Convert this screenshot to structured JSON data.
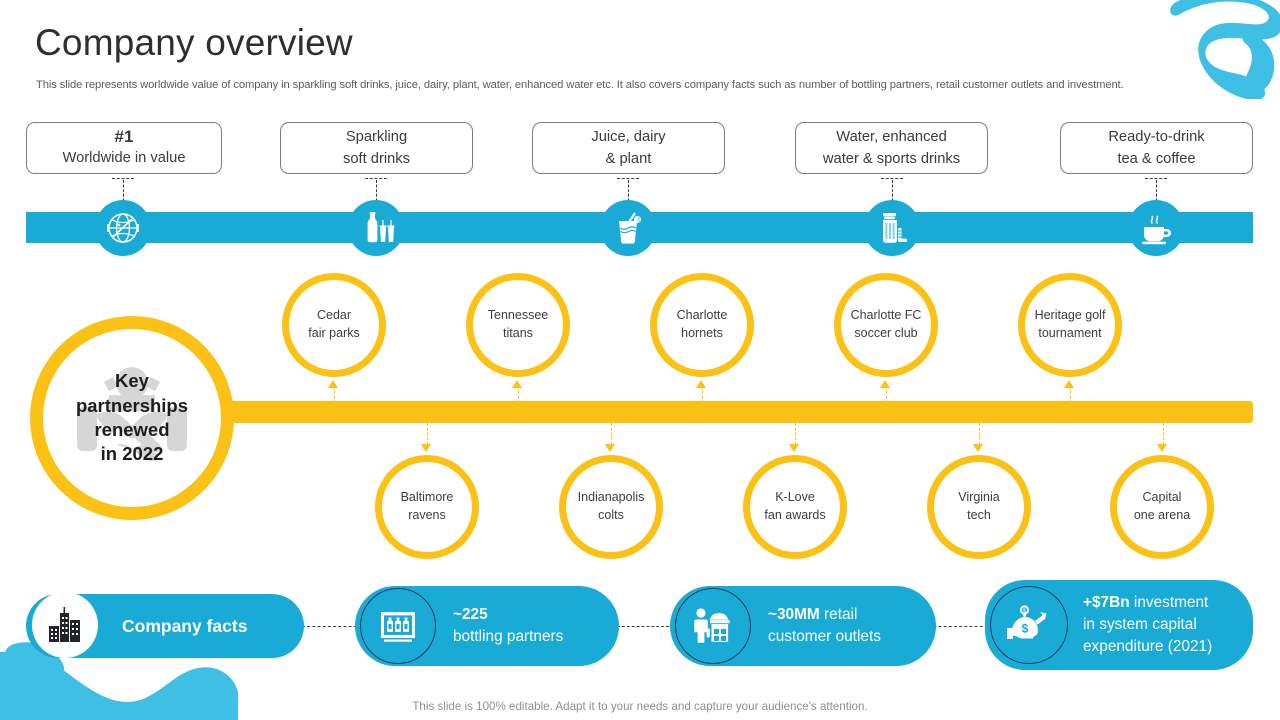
{
  "header": {
    "title": "Company overview",
    "subtitle": "This slide represents worldwide value of company in sparkling soft drinks, juice, dairy, plant, water, enhanced water etc. It also covers company facts such as number of bottling partners, retail customer outlets and investment."
  },
  "colors": {
    "brand_blue": "#19ABD6",
    "accent_yellow": "#FBC115",
    "text_dark": "#3b3b3b",
    "white": "#FFFFFF"
  },
  "categories": [
    {
      "line1": "#1",
      "line2": "Worldwide in value",
      "emphasis": true,
      "icon": "globe-icon"
    },
    {
      "line1": "Sparkling",
      "line2": "soft drinks",
      "emphasis": false,
      "icon": "bottle-cups-icon"
    },
    {
      "line1": "Juice, dairy",
      "line2": "& plant",
      "emphasis": false,
      "icon": "juice-glass-icon"
    },
    {
      "line1": "Water, enhanced",
      "line2": "water & sports drinks",
      "emphasis": false,
      "icon": "sports-bottle-icon"
    },
    {
      "line1": "Ready-to-drink",
      "line2": "tea & coffee",
      "emphasis": false,
      "icon": "coffee-cup-icon"
    }
  ],
  "key_partnerships": {
    "lines": [
      "Key",
      "partnerships",
      "renewed",
      "in 2022"
    ],
    "icon": "handshake-icon"
  },
  "partners_top": [
    {
      "line1": "Cedar",
      "line2": "fair parks"
    },
    {
      "line1": "Tennessee",
      "line2": "titans"
    },
    {
      "line1": "Charlotte",
      "line2": "hornets"
    },
    {
      "line1": "Charlotte FC",
      "line2": "soccer club"
    },
    {
      "line1": "Heritage golf",
      "line2": "tournament"
    }
  ],
  "partners_bottom": [
    {
      "line1": "Baltimore",
      "line2": "ravens"
    },
    {
      "line1": "Indianapolis",
      "line2": "colts"
    },
    {
      "line1": "K-Love",
      "line2": "fan awards"
    },
    {
      "line1": "Virginia",
      "line2": "tech"
    },
    {
      "line1": "Capital",
      "line2": "one arena"
    }
  ],
  "company_facts": {
    "label": "Company facts",
    "icon": "city-buildings-icon",
    "items": [
      {
        "icon": "bottling-plant-icon",
        "bold": "~225",
        "rest": "",
        "line2": "bottling partners",
        "line3": ""
      },
      {
        "icon": "retail-store-icon",
        "bold": "~30MM",
        "rest": " retail",
        "line2": "customer outlets",
        "line3": ""
      },
      {
        "icon": "money-bag-hand-icon",
        "bold": "+$7Bn",
        "rest": " investment",
        "line2": "in system capital",
        "line3": "expenditure (2021)"
      }
    ]
  },
  "footer": {
    "note": "This slide is 100% editable. Adapt it to your needs and capture your audience's attention."
  }
}
